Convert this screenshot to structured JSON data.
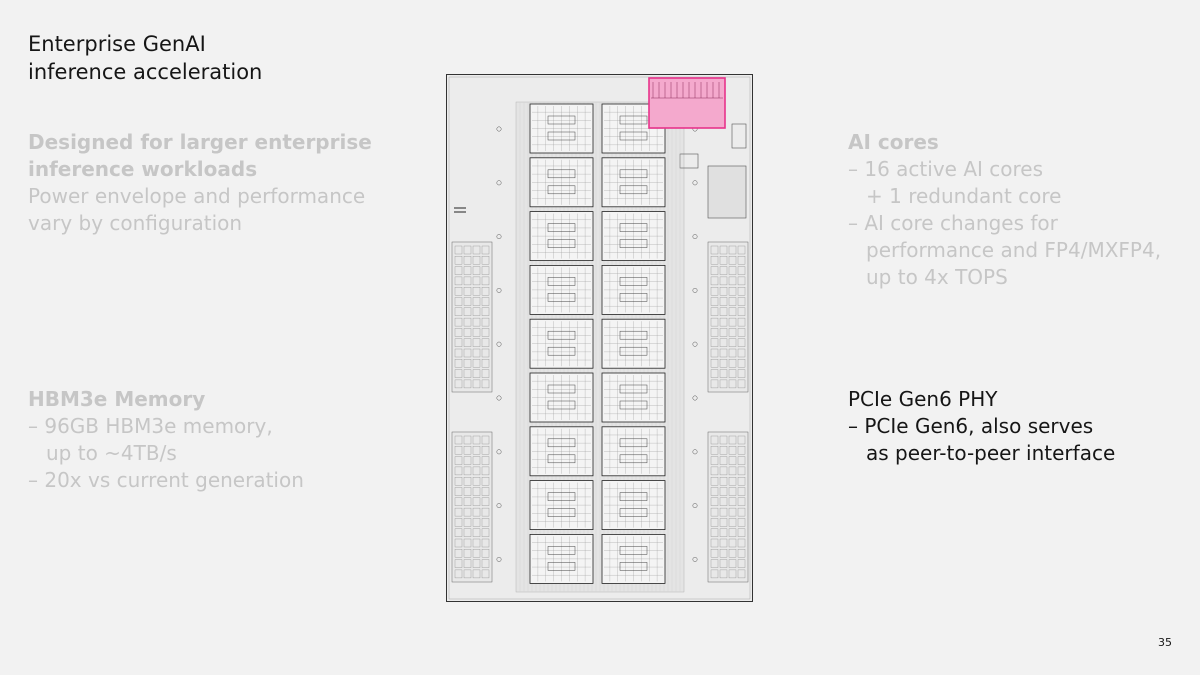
{
  "title": {
    "line1": "Enterprise GenAI",
    "line2": "inference acceleration"
  },
  "left_top": {
    "heading_line1": "Designed for larger enterprise",
    "heading_line2": "inference workloads",
    "body_line1": "Power envelope and performance",
    "body_line2": "vary by configuration"
  },
  "left_bottom": {
    "heading": "HBM3e Memory",
    "item1_line1": "– 96GB HBM3e memory,",
    "item1_line2": "up to ~4TB/s",
    "item2": "– 20x vs current generation"
  },
  "right_top": {
    "heading": "AI cores",
    "item1_line1": "– 16 active AI cores",
    "item1_line2": "+ 1 redundant core",
    "item2_line1": "– AI core changes for",
    "item2_line2": "performance and FP4/MXFP4,",
    "item2_line3": "up to 4x TOPS"
  },
  "right_bottom": {
    "heading": "PCIe Gen6 PHY",
    "item1_line1": "– PCIe Gen6, also serves",
    "item1_line2": "as peer-to-peer interface"
  },
  "page_number": "35",
  "colors": {
    "highlight": "#e8338b",
    "highlight_fill": "#f4a9cd",
    "active_text": "#161616",
    "muted_text": "#c6c6c6",
    "background": "#f2f2f2"
  },
  "die": {
    "core_rows": 9,
    "core_columns": 2,
    "highlighted_block": "pcie-phy"
  }
}
